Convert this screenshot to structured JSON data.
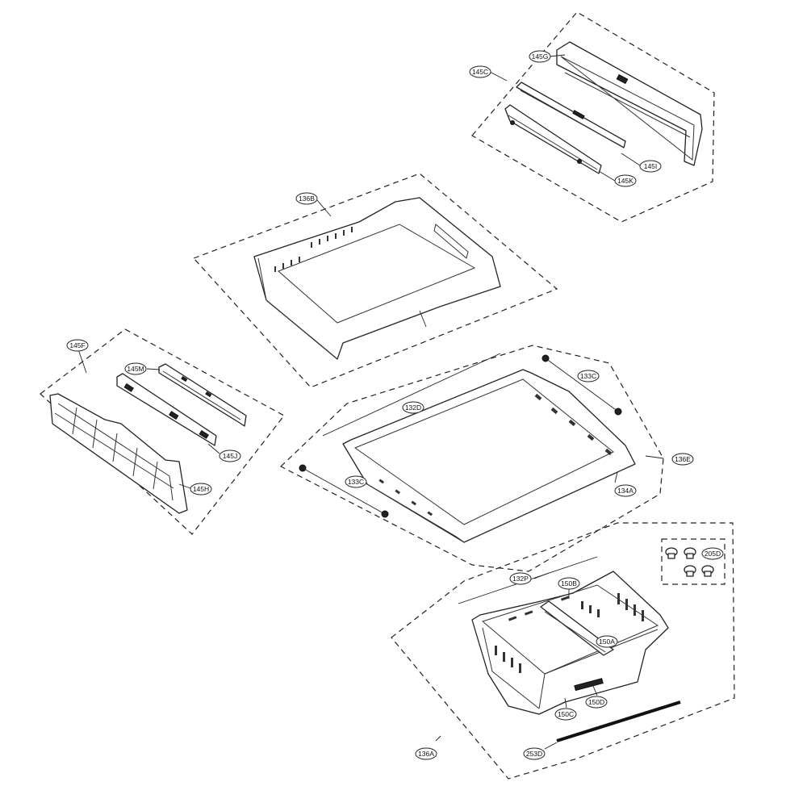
{
  "callouts": {
    "c145C": "145C",
    "c145G": "145G",
    "c145I": "145I",
    "c145K": "145K",
    "c136B": "136B",
    "c145F": "145F",
    "c145M": "145M",
    "c145J": "145J",
    "c145H": "145H",
    "c133C_top": "133C",
    "c132D": "132D",
    "c136E": "136E",
    "c133C_left": "133C",
    "c134A": "134A",
    "c205D": "205D",
    "c132P": "132P",
    "c150B": "150B",
    "c150A": "150A",
    "c150C": "150C",
    "c150D": "150D",
    "c253D": "253D",
    "c136A": "136A"
  }
}
